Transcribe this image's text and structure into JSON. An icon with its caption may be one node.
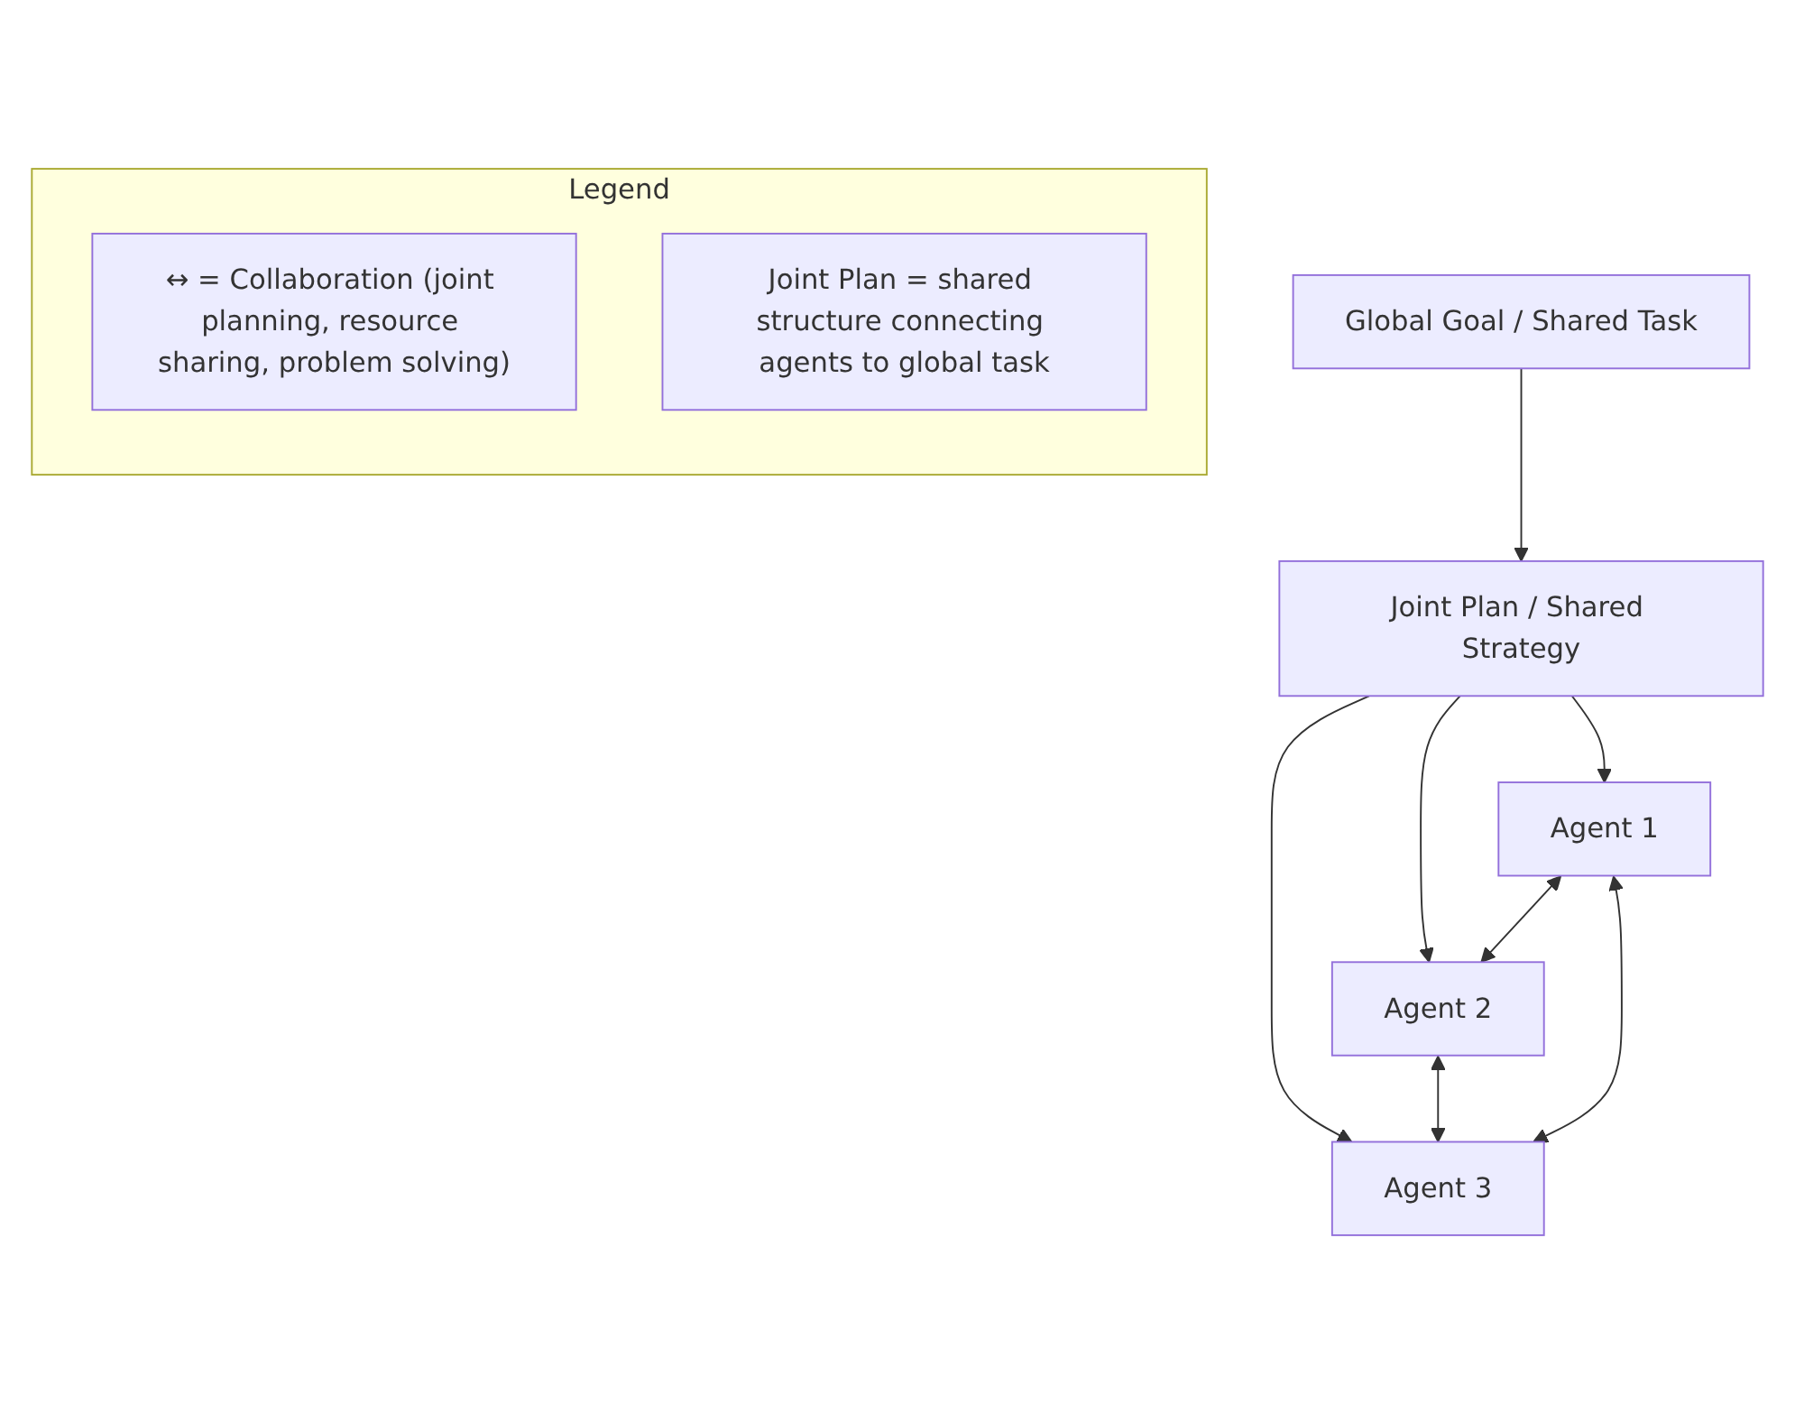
{
  "diagram": {
    "nodes": [
      {
        "text": [
          "Legend"
        ]
      },
      {
        "text": [
          "↔ = Collaboration (joint planning, resource sharing, problem solving)"
        ],
        "in": 0
      },
      {
        "text": [
          "Joint Plan = shared structure connecting agents to global task"
        ],
        "in": 0
      },
      {
        "text": [
          "Global Goal / Shared Task"
        ]
      },
      {
        "text": [
          "Joint Plan / Shared Strategy"
        ]
      },
      {
        "text": [
          "Agent 1"
        ]
      },
      {
        "text": [
          "Agent 2"
        ]
      },
      {
        "text": [
          "Agent 3"
        ]
      }
    ],
    "edges": [
      {
        "from": 3,
        "to": 4,
        "arrow": "to"
      },
      {
        "from": 4,
        "to": 5,
        "arrow": "to"
      },
      {
        "from": 4,
        "to": 6,
        "arrow": "to"
      },
      {
        "from": 4,
        "to": 7,
        "arrow": "to"
      },
      {
        "from": 5,
        "to": 6,
        "arrow": "both"
      },
      {
        "from": 6,
        "to": 7,
        "arrow": "both"
      },
      {
        "from": 5,
        "to": 7,
        "arrow": "both"
      }
    ]
  }
}
